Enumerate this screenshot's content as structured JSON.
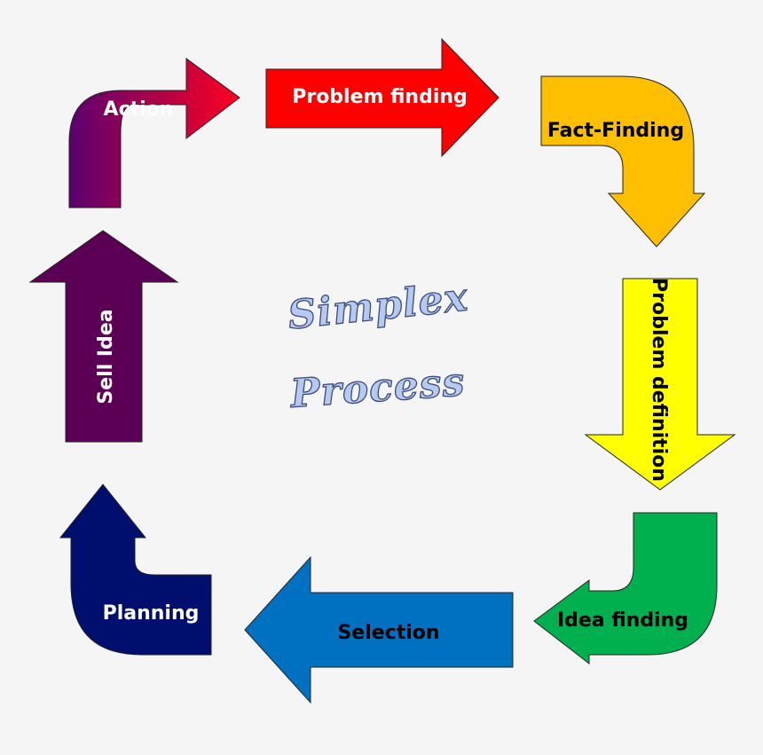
{
  "diagram": {
    "center": {
      "line1": "Simplex",
      "line2": "Process"
    },
    "steps": [
      {
        "key": "problem-finding",
        "label": "Problem finding",
        "color": "#fe0000",
        "text_color": "#ffffff"
      },
      {
        "key": "fact-finding",
        "label": "Fact-Finding",
        "color": "#fdbf00",
        "text_color": "#000000"
      },
      {
        "key": "problem-definition",
        "label": "Problem definition",
        "color": "#ffff00",
        "text_color": "#000000"
      },
      {
        "key": "idea-finding",
        "label": "Idea finding",
        "color": "#00b04f",
        "text_color": "#000000"
      },
      {
        "key": "selection",
        "label": "Selection",
        "color": "#0070c0",
        "text_color": "#000000"
      },
      {
        "key": "planning",
        "label": "Planning",
        "color": "#000f6e",
        "text_color": "#ffffff"
      },
      {
        "key": "sell-idea",
        "label": "Sell Idea",
        "color": "#5c0055",
        "text_color": "#ffffff"
      },
      {
        "key": "action",
        "label": "Action",
        "color_start": "#5a0070",
        "color_end": "#ff0020",
        "text_color": "#ffffff"
      }
    ]
  }
}
